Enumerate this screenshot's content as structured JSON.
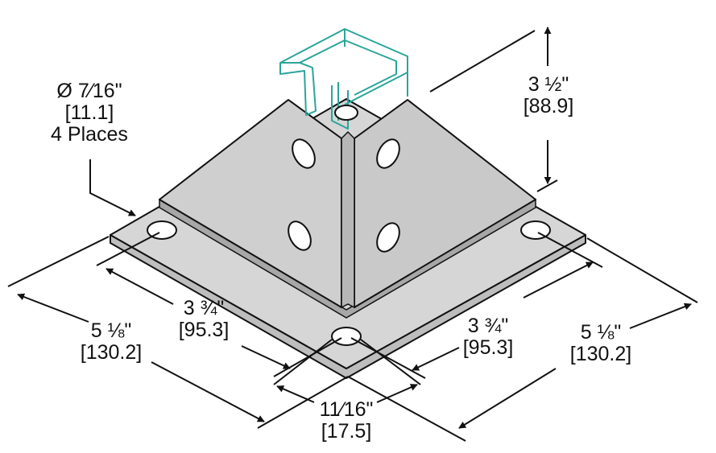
{
  "hole_callout": {
    "diameter": "Ø 7⁄16\"",
    "metric": "[11.1]",
    "count": "4 Places"
  },
  "height_dim": {
    "imperial": "3 ½\"",
    "metric": "[88.9]"
  },
  "left_outer_dim": {
    "imperial": "5 ⅛\"",
    "metric": "[130.2]"
  },
  "left_inner_dim": {
    "imperial": "3 ¾\"",
    "metric": "[95.3]"
  },
  "right_inner_dim": {
    "imperial": "3 ¾\"",
    "metric": "[95.3]"
  },
  "right_outer_dim": {
    "imperial": "5 ⅛\"",
    "metric": "[130.2]"
  },
  "edge_dim": {
    "imperial": "11⁄16\"",
    "metric": "[17.5]"
  },
  "colors": {
    "plate": "#d4d4d4",
    "outline": "#111111",
    "weld": "#a8a8a8",
    "channel": "#2aa59a"
  }
}
